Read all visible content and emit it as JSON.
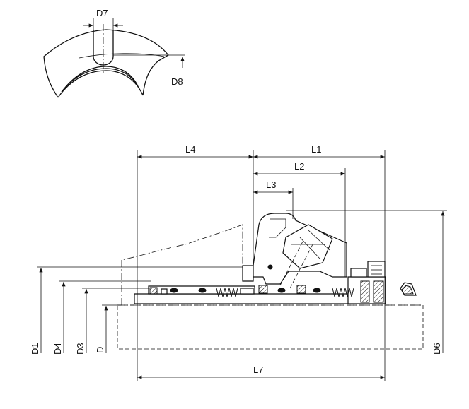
{
  "labels": {
    "D7": "D7",
    "D8": "D8",
    "L4": "L4",
    "L1": "L1",
    "L2": "L2",
    "L3": "L3",
    "L7": "L7",
    "D1": "D1",
    "D4": "D4",
    "D3": "D3",
    "D": "D",
    "D6": "D6"
  }
}
